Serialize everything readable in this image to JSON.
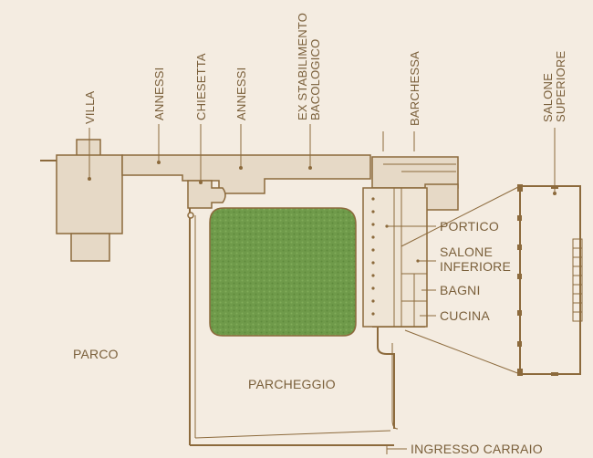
{
  "labels": {
    "villa": "VILLA",
    "annessi_1": "ANNESSI",
    "chiesetta": "CHIESETTA",
    "annessi_2": "ANNESSI",
    "ex_stabilimento_line1": "EX STABILIMENTO",
    "ex_stabilimento_line2": "BACOLOGICO",
    "barchessa": "BARCHESSA",
    "salone_superiore_line1": "SALONE",
    "salone_superiore_line2": "SUPERIORE",
    "portico": "PORTICO",
    "salone_inferiore_line1": "SALONE",
    "salone_inferiore_line2": "INFERIORE",
    "bagni": "BAGNI",
    "cucina": "CUCINA",
    "parco": "PARCO",
    "parcheggio": "PARCHEGGIO",
    "ingresso_carraio": "INGRESSO CARRAIO"
  },
  "colors": {
    "background": "#f4ece1",
    "line": "#8c6a3c",
    "text": "#7a5f3a",
    "building_fill": "#e6d9c6",
    "lawn": "#6f9a4a"
  }
}
